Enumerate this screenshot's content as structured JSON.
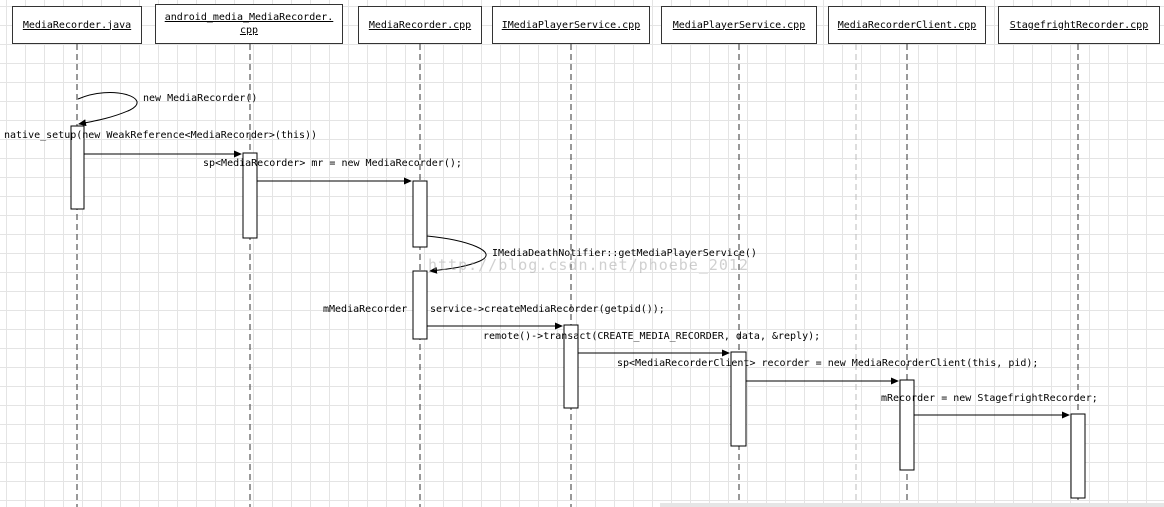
{
  "lifelines": [
    {
      "id": "l1",
      "label": "MediaRecorder.java"
    },
    {
      "id": "l2",
      "label": "android_media_MediaRecorder.\ncpp"
    },
    {
      "id": "l3",
      "label": "MediaRecorder.cpp"
    },
    {
      "id": "l4",
      "label": "IMediaPlayerService.cpp"
    },
    {
      "id": "l5",
      "label": "MediaPlayerService.cpp"
    },
    {
      "id": "l6",
      "label": "MediaRecorderClient.cpp"
    },
    {
      "id": "l7",
      "label": "StagefrightRecorder.cpp"
    }
  ],
  "messages": {
    "m1": "new MediaRecorder()",
    "m2": "native_setup(new WeakReference<MediaRecorder>(this))",
    "m3": "sp<MediaRecorder> mr = new MediaRecorder();",
    "m4": "IMediaDeathNotifier::getMediaPlayerService()",
    "m5a": "mMediaRecorder",
    "m5b": "service->createMediaRecorder(getpid());",
    "m6": "remote()->transact(CREATE_MEDIA_RECORDER, data, &reply);",
    "m7": "sp<MediaRecorderClient> recorder = new MediaRecorderClient(this, pid);",
    "m8": "mRecorder = new StagefrightRecorder;"
  },
  "watermark": "http://blog.csdn.net/phoebe_2012"
}
